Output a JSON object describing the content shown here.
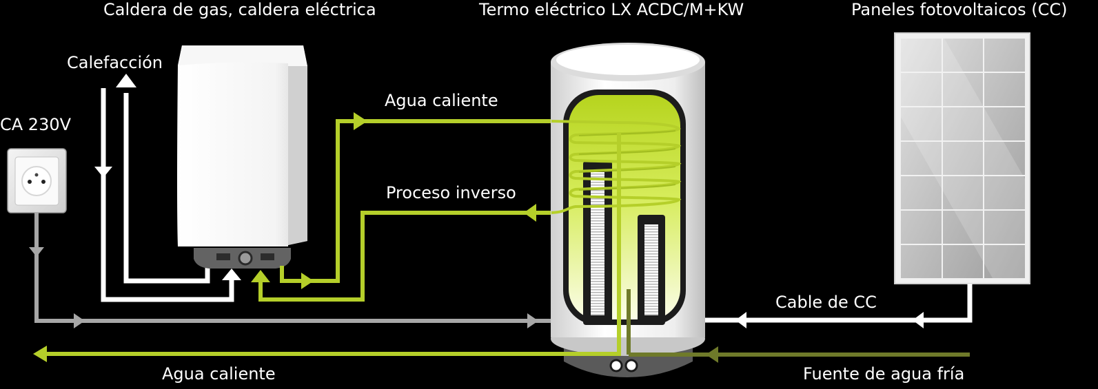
{
  "titles": {
    "boiler": "Caldera de gas, caldera eléctrica",
    "water_heater": "Termo eléctrico LX ACDC/M+KW",
    "solar_panels": "Paneles fotovoltaicos (CC)"
  },
  "labels": {
    "heating": "Calefacción",
    "ac_power": "CA 230V",
    "hot_water_top": "Agua caliente",
    "reverse_process": "Proceso inverso",
    "dc_cable": "Cable de CC",
    "hot_water_bottom": "Agua caliente",
    "cold_water_source": "Fuente de agua fría"
  },
  "colors": {
    "background": "#000000",
    "hot_water_line": "#b5cf2a",
    "cold_water_line": "#6f7a2a",
    "ac_line": "#a7a7a7",
    "dc_line": "#ffffff",
    "heating_line": "#ffffff",
    "tank_fill": "#c8e41c"
  }
}
